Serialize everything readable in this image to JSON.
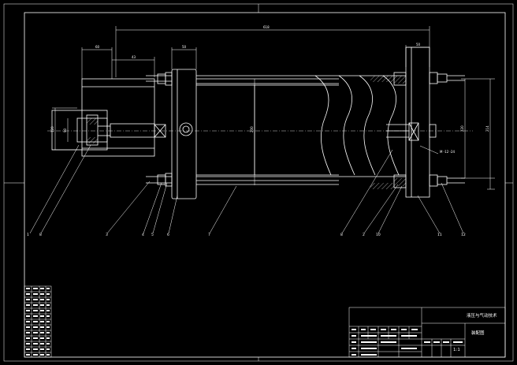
{
  "dimensions": {
    "overall_length": "618",
    "left_a": "60",
    "left_b": "43",
    "left_c": "50",
    "right_top": "50",
    "left_vert_1": "120",
    "left_vert_2": "90",
    "center_vert": "200",
    "right_vert_1": "220",
    "right_vert_2": "214",
    "thread_note": "M -12 -24"
  },
  "balloons": [
    "1",
    "8",
    "3",
    "4",
    "5",
    "6",
    "7",
    "8",
    "2",
    "10",
    "11",
    "12"
  ],
  "title_block": {
    "company": "液压与气动技术",
    "drawing_name": "装配图",
    "scale": "1:1"
  },
  "colors": {
    "background": "#000000",
    "line": "#ffffff"
  }
}
